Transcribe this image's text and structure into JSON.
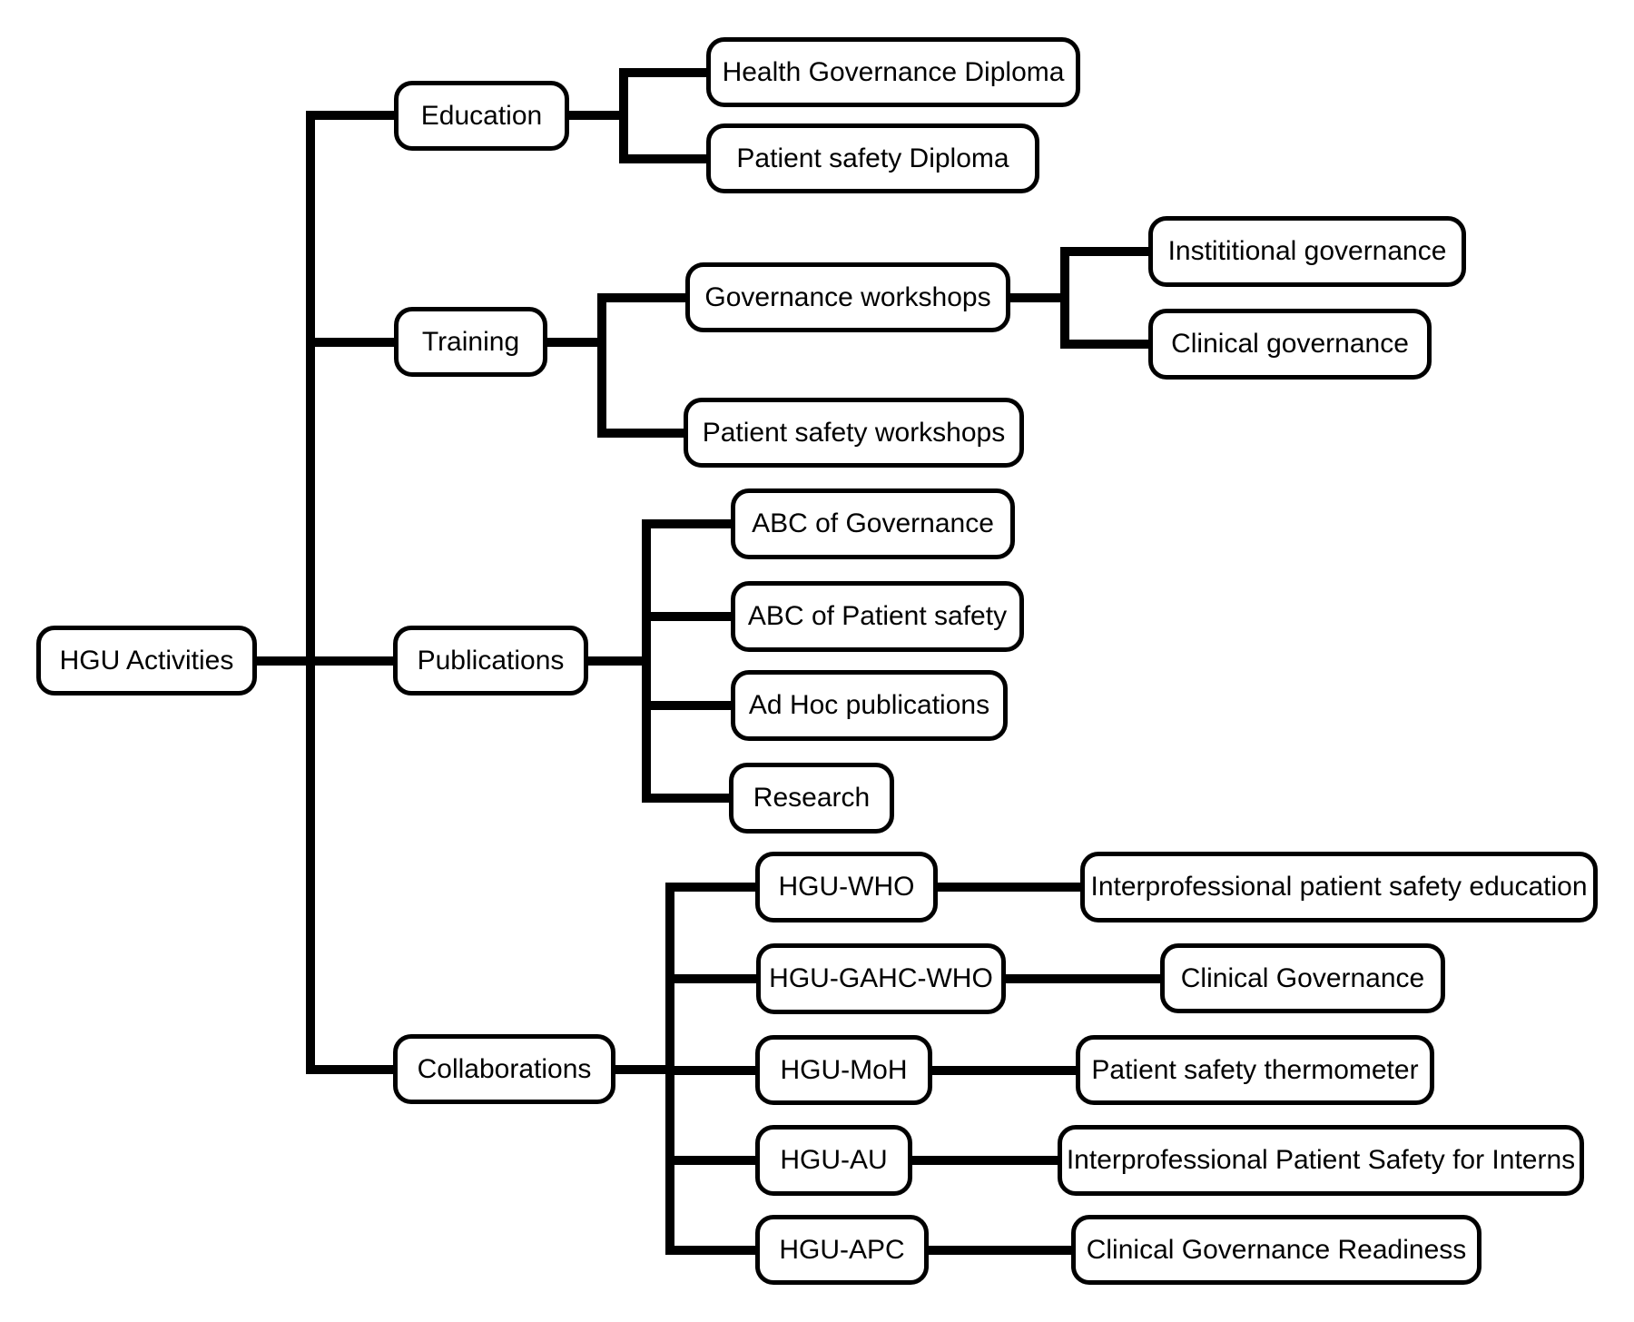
{
  "diagram": {
    "title": "HGU Activities tree diagram",
    "colors": {
      "line": "#000000",
      "box_border": "#000000",
      "box_fill": "#ffffff",
      "text": "#000000",
      "background": "#ffffff"
    },
    "root": {
      "label": "HGU Activities"
    },
    "branches": [
      {
        "label": "Education",
        "children": [
          {
            "label": "Health Governance Diploma"
          },
          {
            "label": "Patient safety Diploma"
          }
        ]
      },
      {
        "label": "Training",
        "children": [
          {
            "label": "Governance workshops",
            "children": [
              {
                "label": "Instititional governance"
              },
              {
                "label": "Clinical governance"
              }
            ]
          },
          {
            "label": "Patient safety workshops"
          }
        ]
      },
      {
        "label": "Publications",
        "children": [
          {
            "label": "ABC of Governance"
          },
          {
            "label": "ABC of Patient safety"
          },
          {
            "label": "Ad Hoc publications"
          },
          {
            "label": "Research"
          }
        ]
      },
      {
        "label": "Collaborations",
        "children": [
          {
            "label": "HGU-WHO",
            "children": [
              {
                "label": "Interprofessional patient safety education"
              }
            ]
          },
          {
            "label": "HGU-GAHC-WHO",
            "children": [
              {
                "label": "Clinical Governance"
              }
            ]
          },
          {
            "label": "HGU-MoH",
            "children": [
              {
                "label": "Patient safety thermometer"
              }
            ]
          },
          {
            "label": "HGU-AU",
            "children": [
              {
                "label": "Interprofessional Patient Safety for Interns"
              }
            ]
          },
          {
            "label": "HGU-APC",
            "children": [
              {
                "label": "Clinical Governance Readiness"
              }
            ]
          }
        ]
      }
    ]
  }
}
